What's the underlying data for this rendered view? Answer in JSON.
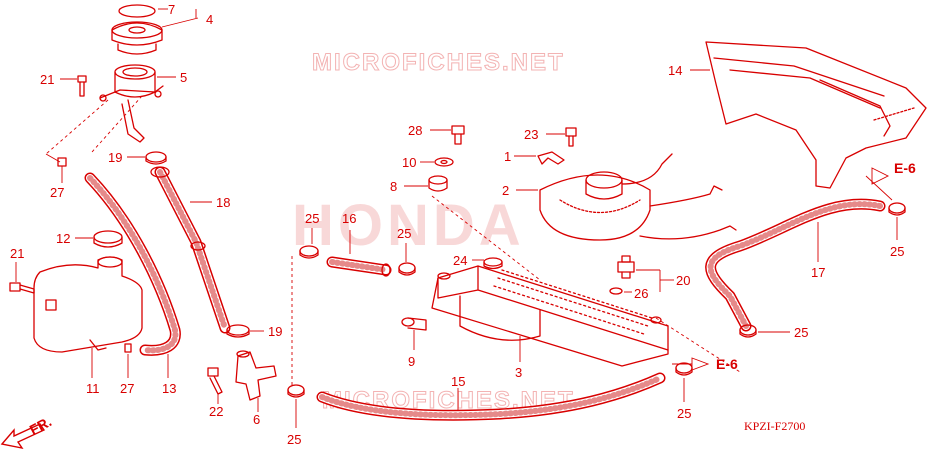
{
  "watermarks": {
    "site_top": "MICROFICHES.NET",
    "brand": "HONDA",
    "site_bottom": "MICROFICHES.NET"
  },
  "diagram_code": "KPZI-F2700",
  "front_marker": "FR.",
  "refs": {
    "e6_top": "E-6",
    "e6_bottom": "E-6"
  },
  "callouts": {
    "c7": "7",
    "c4": "4",
    "c5": "5",
    "c21a": "21",
    "c27a": "27",
    "c19a": "19",
    "c18": "18",
    "c12": "12",
    "c21b": "21",
    "c11": "11",
    "c27b": "27",
    "c13": "13",
    "c19b": "19",
    "c22": "22",
    "c6": "6",
    "c25a": "25",
    "c16": "16",
    "c25b": "25",
    "c25c": "25",
    "c15": "15",
    "c28": "28",
    "c10": "10",
    "c8": "8",
    "c9": "9",
    "c24": "24",
    "c3": "3",
    "c23": "23",
    "c1": "1",
    "c2": "2",
    "c20": "20",
    "c26": "26",
    "c14": "14",
    "c17": "17",
    "c25d": "25",
    "c25e": "25",
    "c25f": "25"
  },
  "colors": {
    "line": "#d80000",
    "watermark": "#f3b3b3"
  }
}
